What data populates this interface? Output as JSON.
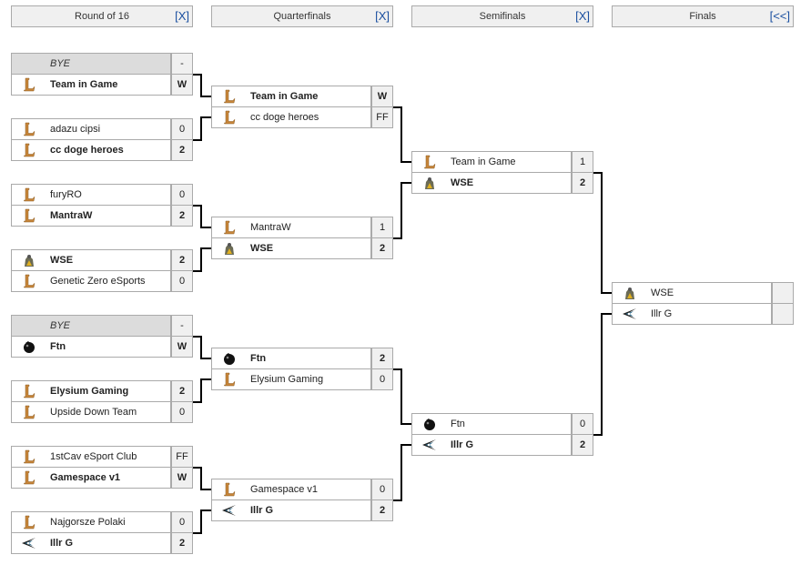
{
  "rounds": [
    {
      "title": "Round of 16",
      "toggle": "[X]"
    },
    {
      "title": "Quarterfinals",
      "toggle": "[X]"
    },
    {
      "title": "Semifinals",
      "toggle": "[X]"
    },
    {
      "title": "Finals",
      "toggle": "[<<]"
    }
  ],
  "icons": {
    "lol": "lol-logo-icon",
    "wse": "wse-logo-icon",
    "ftn": "ftn-logo-icon",
    "illrg": "illrg-logo-icon"
  },
  "matches": {
    "r16": [
      {
        "teams": [
          {
            "name": "BYE",
            "score": "-",
            "bye": true
          },
          {
            "name": "Team in Game",
            "score": "W",
            "icon": "lol",
            "win": true
          }
        ]
      },
      {
        "teams": [
          {
            "name": "adazu cipsi",
            "score": "0",
            "icon": "lol"
          },
          {
            "name": "cc doge heroes",
            "score": "2",
            "icon": "lol",
            "win": true
          }
        ]
      },
      {
        "teams": [
          {
            "name": "furyRO",
            "score": "0",
            "icon": "lol"
          },
          {
            "name": "MantraW",
            "score": "2",
            "icon": "lol",
            "win": true
          }
        ]
      },
      {
        "teams": [
          {
            "name": "WSE",
            "score": "2",
            "icon": "wse",
            "win": true
          },
          {
            "name": "Genetic Zero eSports",
            "score": "0",
            "icon": "lol"
          }
        ]
      },
      {
        "teams": [
          {
            "name": "BYE",
            "score": "-",
            "bye": true
          },
          {
            "name": "Ftn",
            "score": "W",
            "icon": "ftn",
            "win": true
          }
        ]
      },
      {
        "teams": [
          {
            "name": "Elysium Gaming",
            "score": "2",
            "icon": "lol",
            "win": true
          },
          {
            "name": "Upside Down Team",
            "score": "0",
            "icon": "lol"
          }
        ]
      },
      {
        "teams": [
          {
            "name": "1stCav eSport Club",
            "score": "FF",
            "icon": "lol"
          },
          {
            "name": "Gamespace v1",
            "score": "W",
            "icon": "lol",
            "win": true
          }
        ]
      },
      {
        "teams": [
          {
            "name": "Najgorsze Polaki",
            "score": "0",
            "icon": "lol"
          },
          {
            "name": "Illr G",
            "score": "2",
            "icon": "illrg",
            "win": true
          }
        ]
      }
    ],
    "qf": [
      {
        "teams": [
          {
            "name": "Team in Game",
            "score": "W",
            "icon": "lol",
            "win": true
          },
          {
            "name": "cc doge heroes",
            "score": "FF",
            "icon": "lol"
          }
        ]
      },
      {
        "teams": [
          {
            "name": "MantraW",
            "score": "1",
            "icon": "lol"
          },
          {
            "name": "WSE",
            "score": "2",
            "icon": "wse",
            "win": true
          }
        ]
      },
      {
        "teams": [
          {
            "name": "Ftn",
            "score": "2",
            "icon": "ftn",
            "win": true
          },
          {
            "name": "Elysium Gaming",
            "score": "0",
            "icon": "lol"
          }
        ]
      },
      {
        "teams": [
          {
            "name": "Gamespace v1",
            "score": "0",
            "icon": "lol"
          },
          {
            "name": "Illr G",
            "score": "2",
            "icon": "illrg",
            "win": true
          }
        ]
      }
    ],
    "sf": [
      {
        "teams": [
          {
            "name": "Team in Game",
            "score": "1",
            "icon": "lol"
          },
          {
            "name": "WSE",
            "score": "2",
            "icon": "wse",
            "win": true
          }
        ]
      },
      {
        "teams": [
          {
            "name": "Ftn",
            "score": "0",
            "icon": "ftn"
          },
          {
            "name": "Illr G",
            "score": "2",
            "icon": "illrg",
            "win": true
          }
        ]
      }
    ],
    "final": [
      {
        "teams": [
          {
            "name": "WSE",
            "score": "",
            "icon": "wse"
          },
          {
            "name": "Illr G",
            "score": "",
            "icon": "illrg"
          }
        ]
      }
    ]
  }
}
